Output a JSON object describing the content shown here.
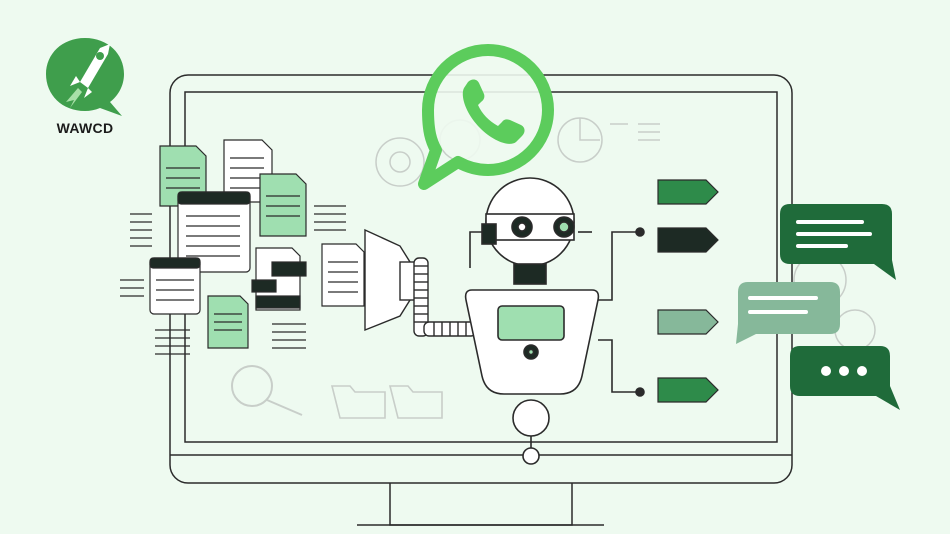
{
  "brand": {
    "name": "WAWCD",
    "logo_icon": "rocket-chat-bubble-icon",
    "color": "#3f9e4c"
  },
  "illustration": {
    "center_icon": "whatsapp-icon",
    "robot": "chatbot-robot",
    "chat_bubbles": [
      "text-lines-bubble",
      "text-lines-bubble",
      "typing-dots-bubble"
    ],
    "colors": {
      "whatsapp_green": "#5ccc5c",
      "dark_green": "#1f6b3a",
      "mid_green": "#2e8b4a",
      "light_green": "#9fdfb0",
      "sage": "#86b89a",
      "dark": "#1d2a24",
      "outline": "#2b2b2b"
    }
  }
}
